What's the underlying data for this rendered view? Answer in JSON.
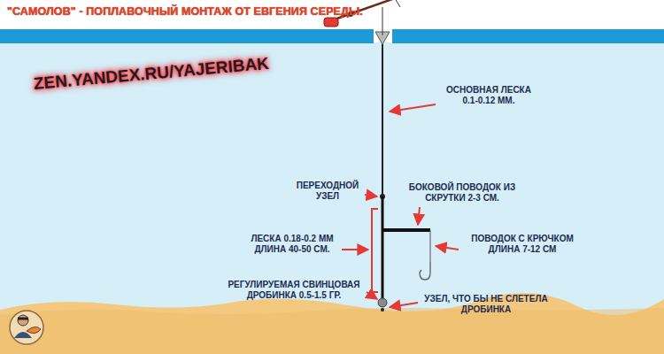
{
  "diagram": {
    "title": "\"САМОЛОВ\" - ПОПЛАВОЧНЫЙ МОНТАЖ ОТ ЕВГЕНИЯ СЕРЕДЫ.",
    "labels": [
      "ZEN.YANDEX.RU/YAJERIBAK",
      "ОСНОВНАЯ ЛЕСКА 0.1-0.12 ММ.",
      "ПЕРЕХОДНОЙ УЗЕЛ",
      "БОКОВОЙ ПОВОДОК ИЗ СКРУТКИ 2-3 СМ.",
      "ЛЕСКА 0.18-0.2 ММ ДЛИНА 40-50 СМ.",
      "ПОВОДОК С КРЮЧКОМ ДЛИНА 7-12 СМ",
      "РЕГУЛИРУЕМАЯ СВИНЦОВАЯ ДРОБИНКА 0.5-1.5 ГР.",
      "УЗЕЛ, ЧТО БЫ НЕ СЛЕТЕЛА ДРОБИНКА"
    ]
  }
}
